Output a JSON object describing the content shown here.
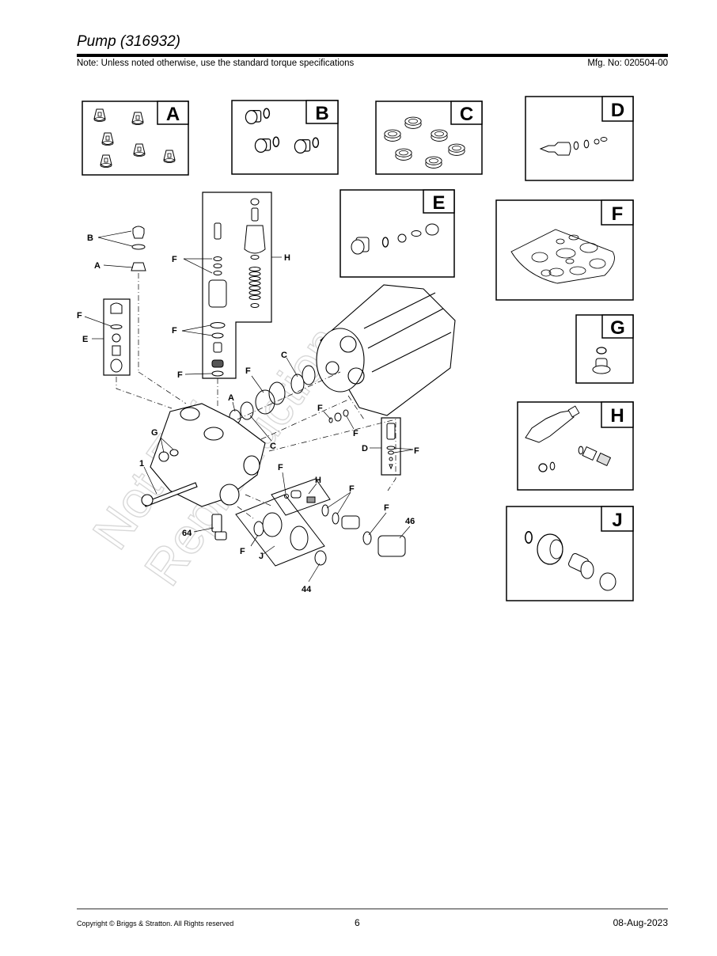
{
  "header": {
    "title": "Pump (316932)",
    "note": "Note: Unless noted otherwise, use the standard torque specifications",
    "mfg_no": "Mfg. No: 020504-00"
  },
  "kits": [
    {
      "letter": "A",
      "contents": "6 nozzle caps"
    },
    {
      "letter": "B",
      "contents": "3 plugs with o-rings"
    },
    {
      "letter": "C",
      "contents": "6 seals"
    },
    {
      "letter": "D",
      "contents": "fitting, 2 o-rings, ball, spring"
    },
    {
      "letter": "E",
      "contents": "plug, o-ring, ball, spring, cap"
    },
    {
      "letter": "F",
      "contents": "o-ring sheet"
    },
    {
      "letter": "G",
      "contents": "washer and plug"
    },
    {
      "letter": "H",
      "contents": "unloader assembly"
    },
    {
      "letter": "J",
      "contents": "o-ring, nut, fitting, cap"
    }
  ],
  "callouts": {
    "B": "B",
    "A": "A",
    "F": "F",
    "E": "E",
    "H": "H",
    "C": "C",
    "G": "G",
    "D": "D",
    "J": "J",
    "n1": "1",
    "n64": "64",
    "n44": "44",
    "n46": "46"
  },
  "watermark": {
    "line1": "Not For",
    "line2": "Reproduction"
  },
  "footer": {
    "copyright": "Copyright ©  Briggs & Stratton. All Rights reserved",
    "page": "6",
    "date": "08-Aug-2023"
  }
}
